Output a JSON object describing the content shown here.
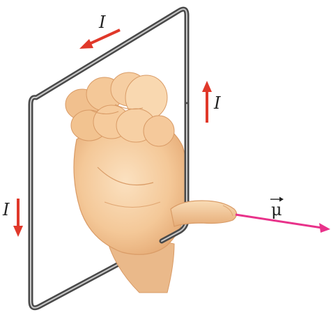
{
  "labels": {
    "current_top": "I",
    "current_right": "I",
    "current_left": "I",
    "moment_symbol": "μ"
  },
  "colors": {
    "loop_outer": "#4a4a4a",
    "loop_inner": "#c9c9c9",
    "current_arrow": "#e0382a",
    "moment_arrow": "#e8328a",
    "skin": "#f3c99a",
    "skin_shadow": "#e0a672",
    "skin_light": "#fbe3c4"
  },
  "icons": {
    "hand": "right-hand-thumb-out-icon",
    "loop": "rectangular-current-loop",
    "current_arrow": "arrow-icon",
    "vector_arrow": "magnetic-moment-vector-arrow"
  }
}
